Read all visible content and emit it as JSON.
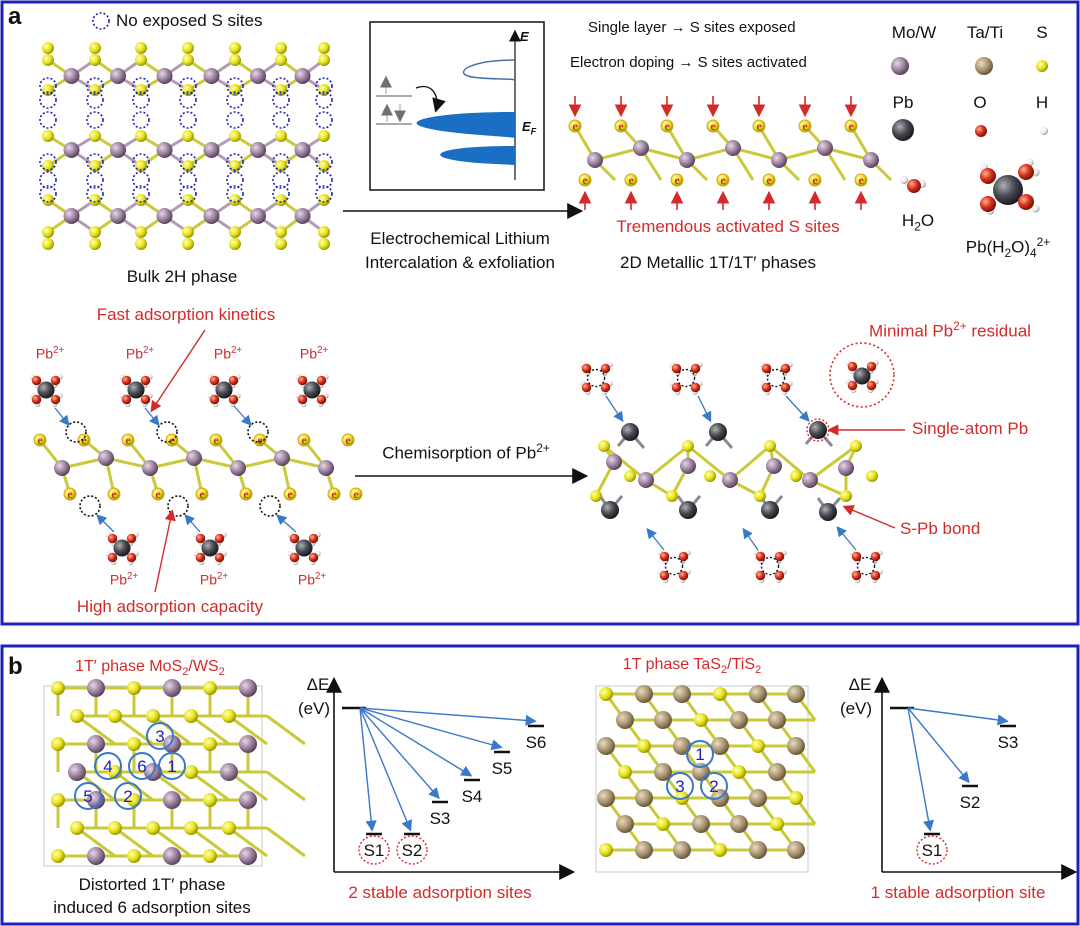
{
  "panel_a": {
    "letter": "a",
    "legend_no_exposed": "No exposed S sites",
    "bulk_label": "Bulk 2H phase",
    "process_line1": "Electrochemical Lithium",
    "process_line2": "Intercalation & exfoliation",
    "energy_axis_E": "E",
    "energy_axis_EF": "E",
    "energy_axis_EF_sub": "F",
    "single_layer_line": "Single layer → S sites exposed",
    "electron_doping_line": "Electron doping → S sites activated",
    "activated_sites": "Tremendous activated S sites",
    "metallic_phase": "2D Metallic 1T/1T′ phases",
    "electron_symbol": "e",
    "atom_legend": {
      "mo_w": "Mo/W",
      "ta_ti": "Ta/Ti",
      "s": "S",
      "pb": "Pb",
      "o": "O",
      "h": "H",
      "h2o_main": "H",
      "h2o_sub": "2",
      "h2o_tail": "O",
      "pbw_main": "Pb(H",
      "pbw_sub1": "2",
      "pbw_mid": "O)",
      "pbw_sub2": "4",
      "pbw_sup": "2+"
    },
    "fast_kinetics": "Fast adsorption kinetics",
    "high_capacity": "High adsorption capacity",
    "pb_ion_base": "Pb",
    "pb_ion_sup": "2+",
    "chemisorption_main": "Chemisorption of Pb",
    "chemisorption_sup": "2+",
    "minimal_main": "Minimal Pb",
    "minimal_sup": "2+",
    "minimal_tail": " residual",
    "single_atom": "Single-atom Pb",
    "s_pb_bond": "S-Pb bond"
  },
  "panel_b": {
    "letter": "b",
    "left_title_pre": "1T′ phase MoS",
    "left_title_sub1": "2",
    "left_title_mid": "/WS",
    "left_title_sub2": "2",
    "left_caption_line1": "Distorted 1T′ phase",
    "left_caption_line2": "induced 6 adsorption sites",
    "left_site_numbers": [
      "1",
      "2",
      "3",
      "4",
      "5",
      "6"
    ],
    "chart1_ylabel_line1": "ΔE",
    "chart1_ylabel_line2": "(eV)",
    "chart1_levels": [
      "S1",
      "S2",
      "S3",
      "S4",
      "S5",
      "S6"
    ],
    "chart1_caption": "2 stable adsorption sites",
    "right_title_pre": "1T phase TaS",
    "right_title_sub1": "2",
    "right_title_mid": "/TiS",
    "right_title_sub2": "2",
    "right_site_numbers": [
      "1",
      "2",
      "3"
    ],
    "chart2_ylabel_line1": "ΔE",
    "chart2_ylabel_line2": "(eV)",
    "chart2_levels": [
      "S1",
      "S2",
      "S3"
    ],
    "chart2_caption": "1 stable adsorption site"
  },
  "colors": {
    "frame_blue": "#1f22b8",
    "label_red": "#d42a2a",
    "arrow_blue": "#3a78c8",
    "sulfur_yellow": "#e6e21c",
    "mo_purple": "#9a7f9c",
    "ta_tan": "#a89470",
    "pb_gray": "#4a4a52",
    "oxygen_red": "#d8321c",
    "band_blue": "#1a6fc4"
  },
  "icons": [
    "up-arrow-icon",
    "down-arrow-icon",
    "curved-arrow-icon",
    "dotted-circle-icon"
  ]
}
